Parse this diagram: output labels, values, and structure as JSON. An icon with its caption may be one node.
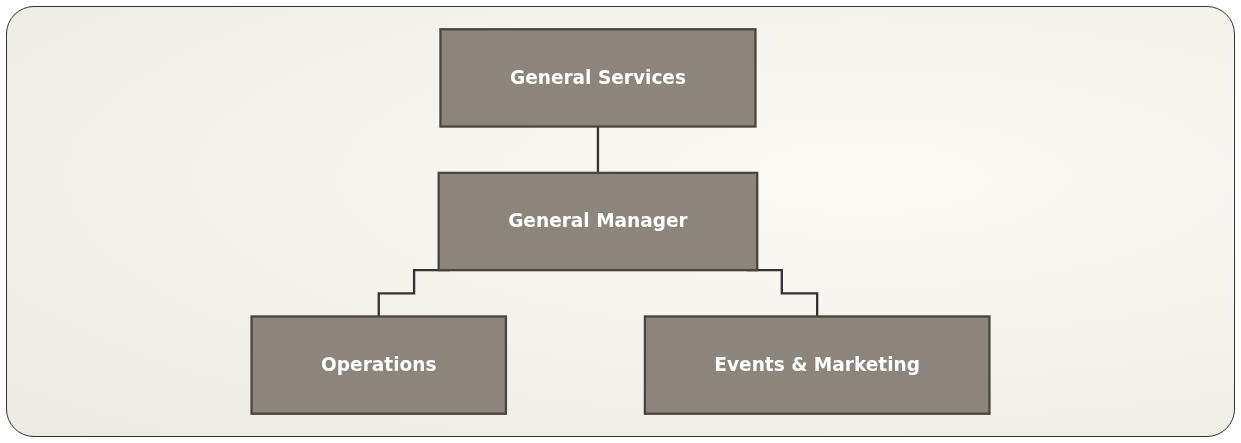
{
  "diagram": {
    "nodes": [
      {
        "text": [
          "General Services"
        ]
      },
      {
        "text": [
          "General Manager"
        ]
      },
      {
        "text": [
          "Operations"
        ]
      },
      {
        "text": [
          "Events & Marketing"
        ]
      }
    ],
    "edges": [
      {
        "from": 0,
        "to": 1,
        "arrow": "none"
      },
      {
        "from": 1,
        "to": 2,
        "arrow": "none"
      },
      {
        "from": 1,
        "to": 3,
        "arrow": "none"
      }
    ]
  }
}
